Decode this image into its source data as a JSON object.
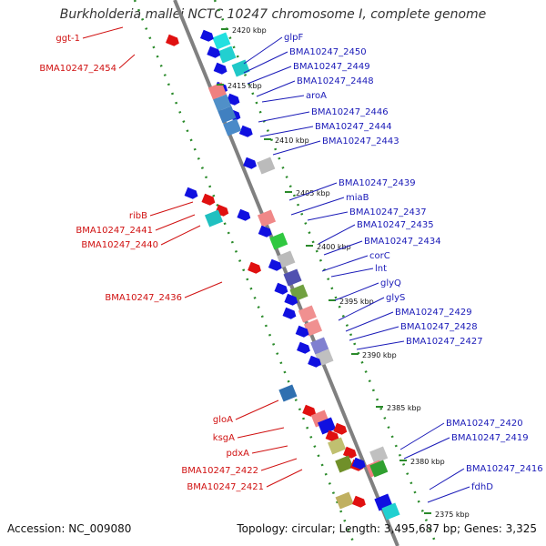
{
  "title": "Burkholderia mallei NCTC 10247 chromosome I, complete genome",
  "footer": {
    "accession": "Accession: NC_009080",
    "summary": "Topology: circular; Length: 3,495,687 bp; Genes: 3,325"
  },
  "colors": {
    "forward_gene": "#1010e0",
    "reverse_gene": "#e01010",
    "backbone": "#808080",
    "gc_skew_dots": "#2a8a2a",
    "label_forward": "#1a1ab8",
    "label_reverse": "#d01010"
  },
  "scale_labels": [
    "2420 kbp",
    "2415 kbp",
    "2410 kbp",
    "2405 kbp",
    "2400 kbp",
    "2395 kbp",
    "2390 kbp",
    "2385 kbp",
    "2380 kbp",
    "2375 kbp"
  ],
  "forward_labels": [
    "glpF",
    "BMA10247_2450",
    "BMA10247_2449",
    "BMA10247_2448",
    "aroA",
    "BMA10247_2446",
    "BMA10247_2444",
    "BMA10247_2443",
    "BMA10247_2439",
    "miaB",
    "BMA10247_2437",
    "BMA10247_2435",
    "BMA10247_2434",
    "corC",
    "lnt",
    "glyQ",
    "glyS",
    "BMA10247_2429",
    "BMA10247_2428",
    "BMA10247_2427",
    "BMA10247_2420",
    "BMA10247_2419",
    "BMA10247_2416",
    "fdhD"
  ],
  "reverse_labels": [
    "ggt-1",
    "BMA10247_2454",
    "ribB",
    "BMA10247_2441",
    "BMA10247_2440",
    "BMA10247_2436",
    "gloA",
    "ksgA",
    "pdxA",
    "BMA10247_2422",
    "BMA10247_2421"
  ]
}
